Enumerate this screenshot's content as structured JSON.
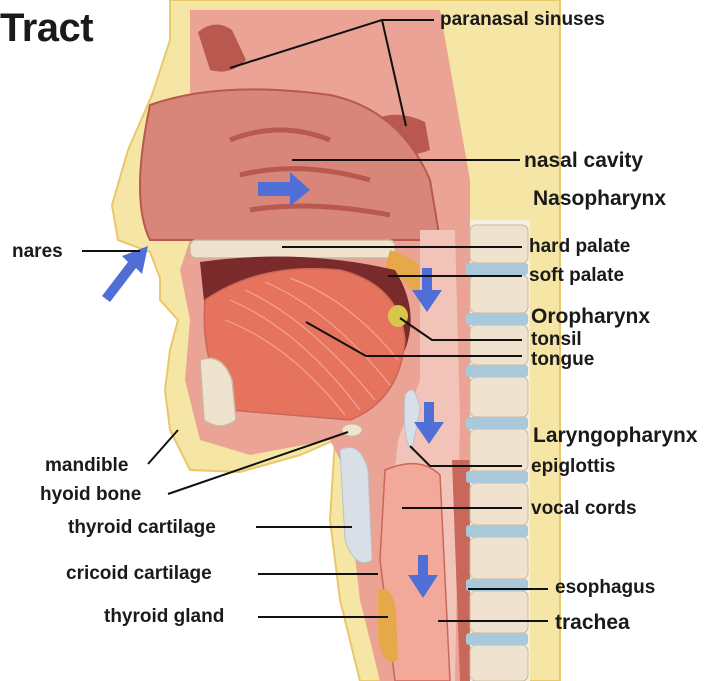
{
  "title": "Tract",
  "labels": {
    "paranasal_sinuses": "paranasal sinuses",
    "nasal_cavity": "nasal cavity",
    "nasopharynx": "Nasopharynx",
    "nares": "nares",
    "hard_palate": "hard palate",
    "soft_palate": "soft palate",
    "oropharynx": "Oropharynx",
    "tonsil": "tonsil",
    "tongue": "tongue",
    "laryngopharynx": "Laryngopharynx",
    "mandible": "mandible",
    "epiglottis": "epiglottis",
    "hyoid_bone": "hyoid bone",
    "vocal_cords": "vocal cords",
    "thyroid_cartilage": "thyroid cartilage",
    "cricoid_cartilage": "cricoid cartilage",
    "esophagus": "esophagus",
    "thyroid_gland": "thyroid gland",
    "trachea": "trachea"
  },
  "colors": {
    "skin": "#f6e6a6",
    "skin_edge": "#e9c86a",
    "muscle": "#e49284",
    "muscle_dark": "#c9675a",
    "cavity": "#f2c3b8",
    "cavity_dark": "#b8584f",
    "bone": "#efe3cf",
    "bone_edge": "#cbb89b",
    "disc": "#a9c8d9",
    "cartilage": "#d9dfe6",
    "tonsil": "#d8c64a",
    "arrow": "#4f6fd6",
    "gland": "#e7a84a",
    "leader": "#111111"
  }
}
